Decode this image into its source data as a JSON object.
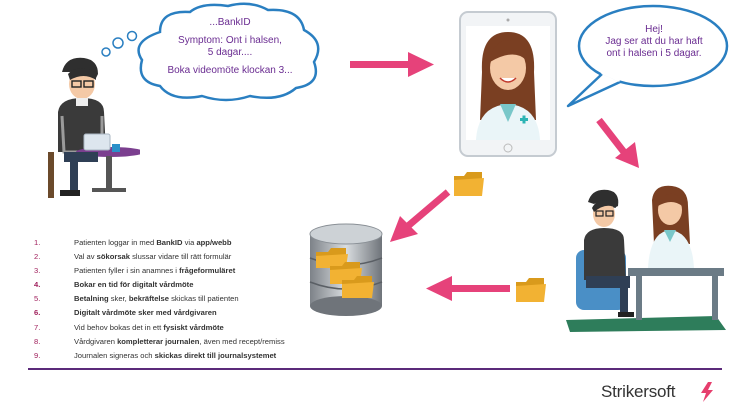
{
  "thought_bubble": {
    "line1": "...BankID",
    "line2": "Symptom: Ont i halsen,",
    "line3": "5 dagar....",
    "line4": "Boka videomöte klockan 3..."
  },
  "speech_bubble": {
    "line1": "Hej!",
    "line2": "Jag ser att du har haft",
    "line3": "ont i halsen i 5 dagar."
  },
  "steps": [
    {
      "num": "1.",
      "parts": [
        {
          "t": "Patienten loggar in med ",
          "b": false
        },
        {
          "t": "BankID",
          "b": true
        },
        {
          "t": " via ",
          "b": false
        },
        {
          "t": "app/webb",
          "b": true
        }
      ]
    },
    {
      "num": "2.",
      "parts": [
        {
          "t": "Val av ",
          "b": false
        },
        {
          "t": "sökorsak",
          "b": true
        },
        {
          "t": " slussar vidare till rätt formulär",
          "b": false
        }
      ]
    },
    {
      "num": "3.",
      "parts": [
        {
          "t": "Patienten fyller i sin anamnes i ",
          "b": false
        },
        {
          "t": "frågeformuläret",
          "b": true
        }
      ]
    },
    {
      "num": "4.",
      "parts": [
        {
          "t": "Bokar en tid",
          "b": true
        },
        {
          "t": " för ",
          "b": false
        },
        {
          "t": "digitalt vårdmöte",
          "b": true
        }
      ]
    },
    {
      "num": "5.",
      "parts": [
        {
          "t": "Betalning",
          "b": true
        },
        {
          "t": " sker, ",
          "b": false
        },
        {
          "t": "bekräftelse",
          "b": true
        },
        {
          "t": " skickas till patienten",
          "b": false
        }
      ]
    },
    {
      "num": "6.",
      "parts": [
        {
          "t": "Digitalt vårdmöte",
          "b": true
        },
        {
          "t": " sker med vårdgivaren",
          "b": false
        }
      ]
    },
    {
      "num": "7.",
      "parts": [
        {
          "t": "Vid behov bokas det in ett ",
          "b": false
        },
        {
          "t": "fysiskt vårdmöte",
          "b": true
        }
      ]
    },
    {
      "num": "8.",
      "parts": [
        {
          "t": "Vårdgivaren ",
          "b": false
        },
        {
          "t": "kompletterar journalen",
          "b": true
        },
        {
          "t": ", även med recept/remiss",
          "b": false
        }
      ]
    },
    {
      "num": "9.",
      "parts": [
        {
          "t": "Journalen signeras och ",
          "b": false
        },
        {
          "t": "skickas direkt till journalsystemet",
          "b": true
        }
      ]
    }
  ],
  "logo": {
    "text": "Strikersoft",
    "color": "#e63e6d"
  },
  "colors": {
    "arrow": "#e6427a",
    "accent": "#6a2c91",
    "folder": "#f2b233"
  }
}
